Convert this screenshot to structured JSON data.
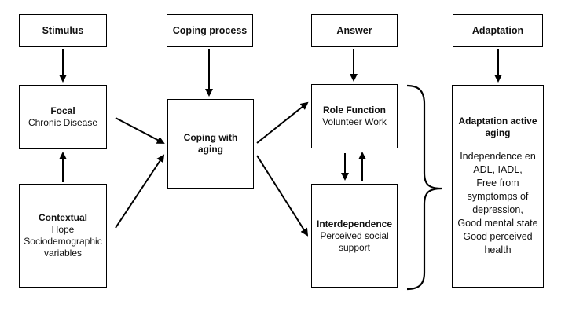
{
  "headers": {
    "stimulus": "Stimulus",
    "coping_process": "Coping process",
    "answer": "Answer",
    "adaptation": "Adaptation"
  },
  "focal": {
    "title": "Focal",
    "text": "Chronic Disease"
  },
  "contextual": {
    "title": "Contextual",
    "lines": [
      "Hope",
      "Sociodemographic",
      "variables"
    ]
  },
  "coping": {
    "lines": [
      "Coping with",
      "aging"
    ]
  },
  "role_function": {
    "title": "Role Function",
    "text": "Volunteer Work"
  },
  "interdependence": {
    "title": "Interdependence",
    "lines": [
      "Perceived social",
      "support"
    ]
  },
  "adaptation_box": {
    "title_lines": [
      "Adaptation active",
      "aging"
    ],
    "lines": [
      "Independence en",
      "ADL, IADL,",
      "Free from",
      "symptomps of",
      "depression,",
      "Good mental state",
      "Good perceived",
      "health"
    ]
  }
}
